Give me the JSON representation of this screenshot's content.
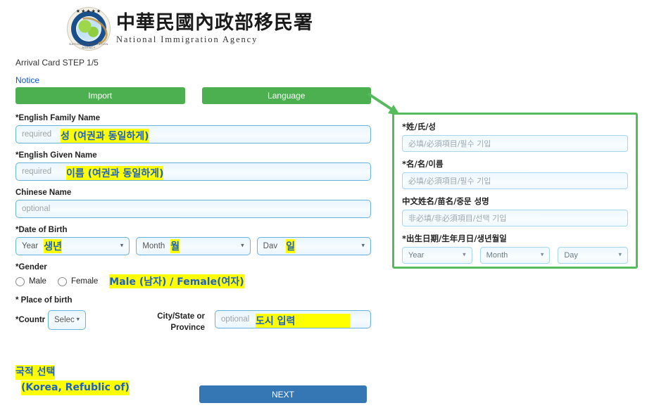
{
  "header": {
    "logo_name": "national-immigration-agency-emblem",
    "logo_stars": "★★★★★",
    "logo_arc_text": "NATIONAL IMMIGRATION AGENCY",
    "title_zh": "中華民國內政部移民署",
    "title_en": "National Immigration Agency"
  },
  "left": {
    "step_text": "Arrival Card STEP 1/5",
    "notice_label": "Notice",
    "import_label": "Import",
    "language_label": "Language",
    "family_name_label": "*English Family Name",
    "family_name_placeholder": "required",
    "family_name_annotation": "성 (여권과 동일하게)",
    "given_name_label": "*English Given Name",
    "given_name_placeholder": "required",
    "given_name_annotation": "이름 (여권과 동일하게)",
    "chinese_name_label": "Chinese Name",
    "chinese_name_placeholder": "optional",
    "dob_label": "*Date of Birth",
    "dob_year": "Year",
    "dob_year_annotation": "생년",
    "dob_month": "Month",
    "dob_month_annotation": "월",
    "dob_day": "Dav",
    "dob_day_annotation": "일",
    "gender_label": "*Gender",
    "gender_male": "Male",
    "gender_female": "Female",
    "gender_annotation": "Male (남자) / Female(여자)",
    "place_of_birth_label": "* Place of birth",
    "country_label": "*Countr",
    "country_value": "Selec",
    "city_label_line1": "City/State or",
    "city_label_line2": "Province",
    "city_placeholder": "optional",
    "city_annotation": "도시 입력",
    "country_annotation_line1": "국적 선택",
    "country_annotation_line2": "(Korea, Refublic of)",
    "next_label": "NEXT"
  },
  "right_panel": {
    "family_name_label": "*姓/氏/성",
    "family_name_placeholder": "必填/必須項目/필수 기입",
    "given_name_label": "*名/名/이름",
    "given_name_placeholder": "必填/必須項目/필수 기입",
    "chinese_name_label": "中文姓名/苗名/중문 성명",
    "chinese_name_placeholder": "非必填/非必須項目/선택 기입",
    "dob_label": "*出生日期/生年月日/생년월일",
    "dob_year": "Year",
    "dob_month": "Month",
    "dob_day": "Day"
  },
  "colors": {
    "green_button": "#4caf50",
    "green_panel_border": "#56bb5d",
    "next_button": "#3477b4",
    "link": "#1155cc",
    "highlight": "#ffff00",
    "annotation_text": "#1f60c4",
    "input_border": "#66b3e0"
  }
}
